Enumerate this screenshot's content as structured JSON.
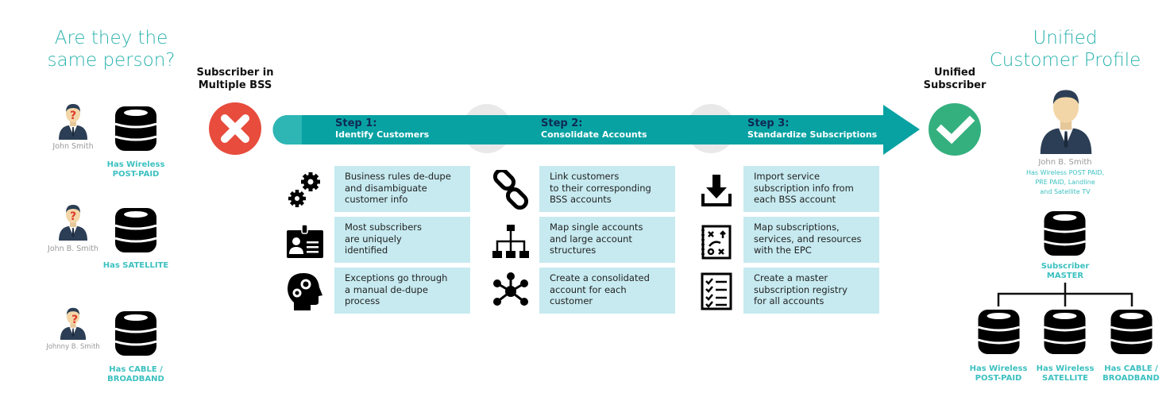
{
  "left": {
    "title_lines": [
      "Are they the",
      "same person?"
    ],
    "people": [
      {
        "name": "John Smith",
        "db_label": [
          "Has Wireless",
          "POST-PAID"
        ]
      },
      {
        "name": "John B. Smith",
        "db_label": [
          "Has SATELLITE"
        ]
      },
      {
        "name": "Johnny B. Smith",
        "db_label": [
          "Has CABLE /",
          "BROADBAND"
        ]
      }
    ]
  },
  "status_before": {
    "label_lines": [
      "Subscriber in",
      "Multiple BSS"
    ],
    "icon": "x-circle-icon",
    "color": "#e74c3c"
  },
  "status_after": {
    "label_lines": [
      "Unified",
      "Subscriber"
    ],
    "icon": "check-circle-icon",
    "color": "#34b07f"
  },
  "arrow_color": "#08a2a3",
  "steps": [
    {
      "number": "Step 1:",
      "title": "Identify Customers",
      "items": [
        {
          "icon": "gears-icon",
          "lines": [
            "Business rules de-dupe",
            "and disambiguate",
            "customer info"
          ]
        },
        {
          "icon": "id-badge-icon",
          "lines": [
            "Most subscribers",
            "are uniquely",
            "identified"
          ]
        },
        {
          "icon": "head-gears-icon",
          "lines": [
            "Exceptions go through",
            "a manual de-dupe",
            "process"
          ]
        }
      ]
    },
    {
      "number": "Step 2:",
      "title": "Consolidate Accounts",
      "items": [
        {
          "icon": "chain-link-icon",
          "lines": [
            "Link customers",
            "to their corresponding",
            "BSS accounts"
          ]
        },
        {
          "icon": "org-chart-icon",
          "lines": [
            "Map single accounts",
            "and large account",
            "structures"
          ]
        },
        {
          "icon": "hub-network-icon",
          "lines": [
            "Create a consolidated",
            "account for each",
            "customer"
          ]
        }
      ]
    },
    {
      "number": "Step 3:",
      "title": "Standardize Subscriptions",
      "items": [
        {
          "icon": "download-icon",
          "lines": [
            "Import service",
            "subscription info from",
            "each BSS account"
          ]
        },
        {
          "icon": "strategy-board-icon",
          "lines": [
            "Map subscriptions,",
            "services, and resources",
            "with the EPC"
          ]
        },
        {
          "icon": "checklist-icon",
          "lines": [
            "Create a master",
            "subscription registry",
            "for all accounts"
          ]
        }
      ]
    }
  ],
  "right": {
    "title_lines": [
      "Unified",
      "Customer Profile"
    ],
    "name": "John B. Smith",
    "desc_lines": [
      "Has Wireless POST PAID,",
      "PRE PAID, Landline",
      "and Satellite TV"
    ],
    "master_label": [
      "Subscriber",
      "MASTER"
    ],
    "children": [
      {
        "label": [
          "Has Wireless",
          "POST-PAID"
        ]
      },
      {
        "label": [
          "Has Wireless",
          "SATELLITE"
        ]
      },
      {
        "label": [
          "Has CABLE /",
          "BROADBAND"
        ]
      }
    ]
  }
}
